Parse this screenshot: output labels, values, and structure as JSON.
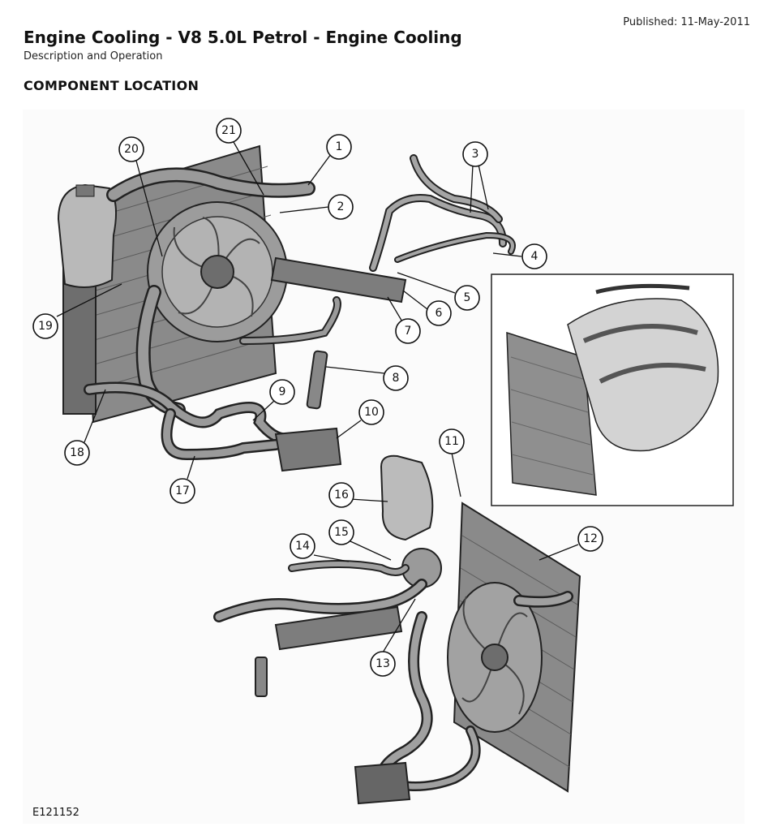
{
  "header": {
    "published": "Published: 11-May-2011",
    "title": "Engine Cooling - V8 5.0L Petrol - Engine Cooling",
    "subtitle": "Description and Operation",
    "section": "COMPONENT LOCATION"
  },
  "figure": {
    "id": "E121152",
    "callouts": [
      "1",
      "2",
      "3",
      "4",
      "5",
      "6",
      "7",
      "8",
      "9",
      "10",
      "11",
      "12",
      "13",
      "14",
      "15",
      "16",
      "17",
      "18",
      "19",
      "20",
      "21"
    ]
  }
}
